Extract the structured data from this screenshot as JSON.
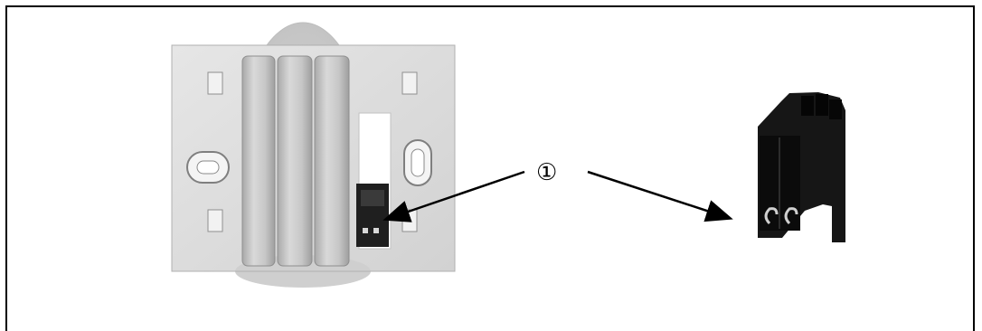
{
  "callout": {
    "number": "①"
  },
  "icons": {
    "mounting_plate": "mounting-plate",
    "terminal_connector": "terminal-connector"
  },
  "colors": {
    "plate": "#dcdcdc",
    "connector": "#141414",
    "arrow": "#000000"
  }
}
